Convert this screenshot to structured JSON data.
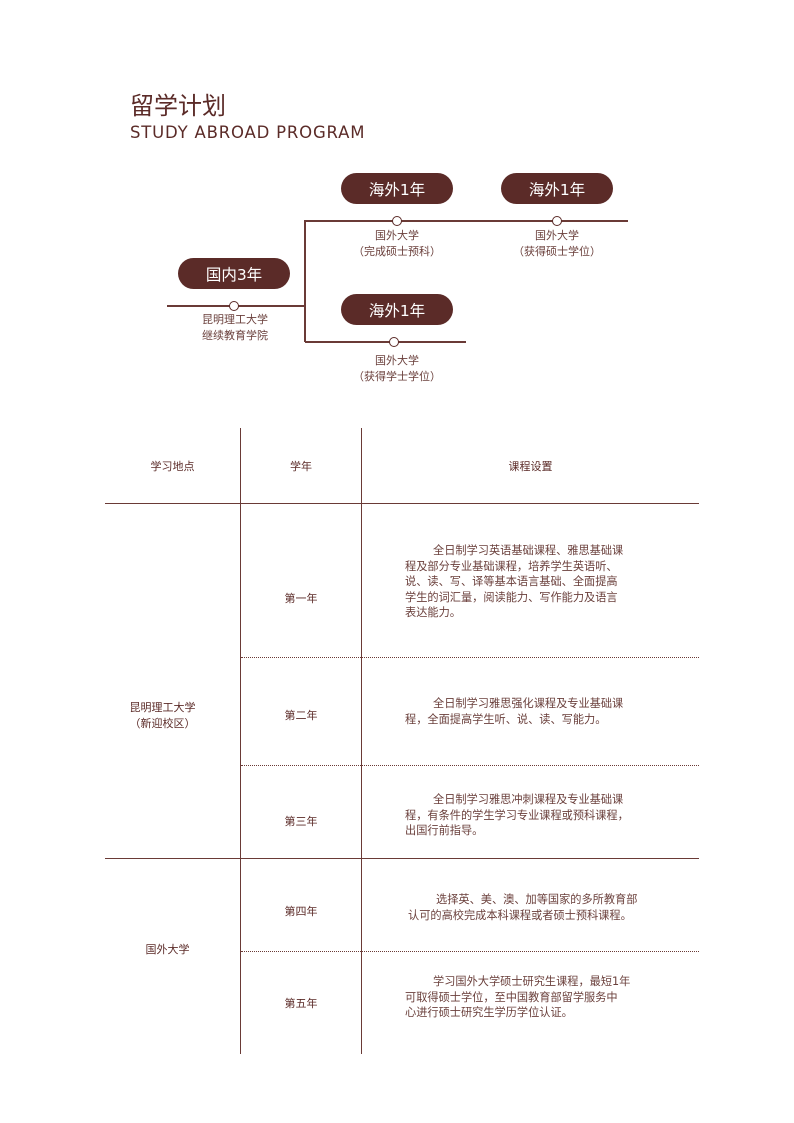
{
  "header": {
    "title": "留学计划",
    "subtitle": "STUDY ABROAD PROGRAM"
  },
  "diagram": {
    "domestic": {
      "pill": "国内3年",
      "label": [
        "昆明理工大学",
        "继续教育学院"
      ]
    },
    "abroad_top_1": {
      "pill": "海外1年",
      "label": [
        "国外大学",
        "（完成硕士预科）"
      ]
    },
    "abroad_top_2": {
      "pill": "海外1年",
      "label": [
        "国外大学",
        "（获得硕士学位）"
      ]
    },
    "abroad_bottom": {
      "pill": "海外1年",
      "label": [
        "国外大学",
        "（获得学士学位）"
      ]
    }
  },
  "table": {
    "headers": [
      "学习地点",
      "学年",
      "课程设置"
    ],
    "locations": [
      [
        "昆明理工大学",
        "（新迎校区）"
      ],
      [
        "国外大学"
      ]
    ],
    "rows": [
      {
        "year": "第一年",
        "lines": [
          "全日制学习英语基础课程、雅思基础课",
          "程及部分专业基础课程，培养学生英语听、",
          "说、读、写、译等基本语言基础、全面提高",
          "学生的词汇量，阅读能力、写作能力及语言",
          "表达能力。"
        ]
      },
      {
        "year": "第二年",
        "lines": [
          "全日制学习雅思强化课程及专业基础课",
          "程，全面提高学生听、说、读、写能力。"
        ]
      },
      {
        "year": "第三年",
        "lines": [
          "全日制学习雅思冲刺课程及专业基础课",
          "程，有条件的学生学习专业课程或预科课程，",
          "出国行前指导。"
        ]
      },
      {
        "year": "第四年",
        "lines": [
          "选择英、美、澳、加等国家的多所教育部",
          "认可的高校完成本科课程或者硕士预科课程。"
        ]
      },
      {
        "year": "第五年",
        "lines": [
          "学习国外大学硕士研究生课程，最短1年",
          "可取得硕士学位，至中国教育部留学服务中",
          "心进行硕士研究生学历学位认证。"
        ]
      }
    ]
  }
}
